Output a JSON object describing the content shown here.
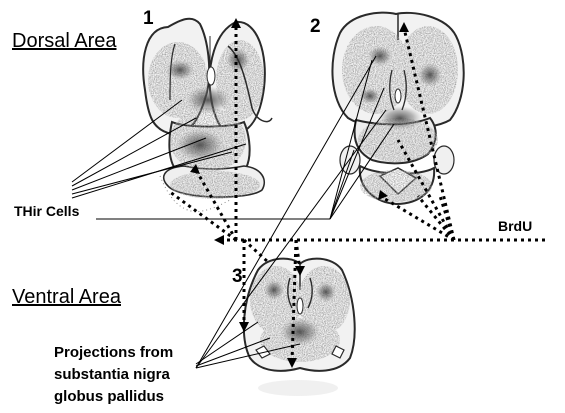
{
  "labels": {
    "dorsal_area": "Dorsal Area",
    "ventral_area": "Ventral Area",
    "thir_cells": "THir Cells",
    "brdu": "BrdU",
    "projections_line1": "Projections from",
    "projections_line2": "substantia nigra",
    "projections_line3": "globus pallidus"
  },
  "panels": {
    "panel_1_number": "1",
    "panel_2_number": "2",
    "panel_3_number": "3"
  },
  "colors": {
    "ink": "#000000",
    "tissue_outline": "#2a2a2a",
    "stain_dark": "#4a4a4a",
    "stain_light": "#9a9a9a"
  }
}
